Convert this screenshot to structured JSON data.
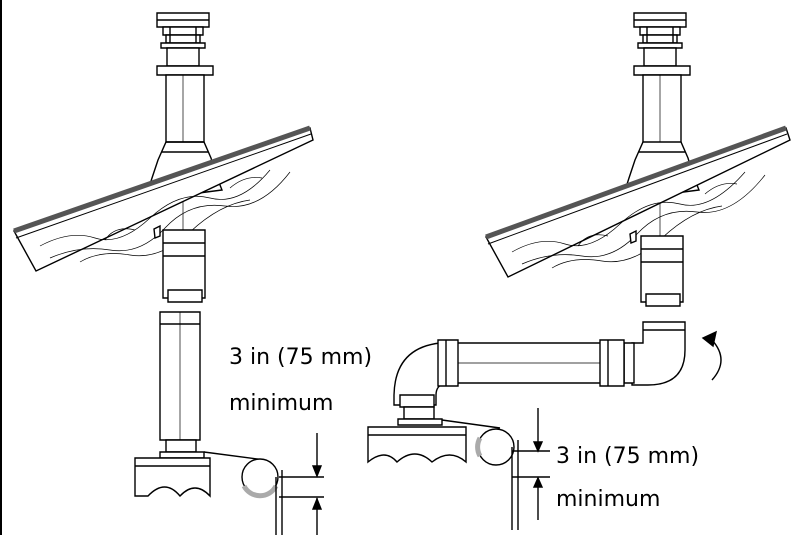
{
  "labels": {
    "left_clearance": "3 in (75 mm)",
    "left_minimum": "minimum",
    "right_clearance": "3 in (75 mm)",
    "right_minimum": "minimum"
  },
  "colors": {
    "line": "#000000",
    "fill": "#ffffff",
    "shingle": "#555555",
    "gasket": "#aaaaaa"
  }
}
